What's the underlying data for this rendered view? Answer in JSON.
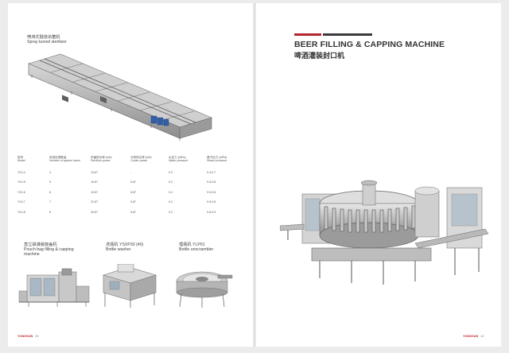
{
  "left_page": {
    "sterilizer": {
      "title_cn": "喷淋式隧道杀菌机",
      "title_en": "Spray tunnel sterilizer"
    },
    "spec_table": {
      "headers": [
        {
          "cn": "型号",
          "en": "Model"
        },
        {
          "cn": "系统处理数量",
          "en": "Number of system lanes"
        },
        {
          "cn": "杀菌机功率 (kW)",
          "en": "Sterilizer power"
        },
        {
          "cn": "冷却机功率 (kW)",
          "en": "Cooler power"
        },
        {
          "cn": "水压力 (MPa)",
          "en": "Water pressure"
        },
        {
          "cn": "蒸汽压力 (MPa)",
          "en": "Steam pressure"
        }
      ],
      "rows": [
        [
          "YSJ-4",
          "4",
          "13.87",
          "-",
          "0.2",
          "0.4-0.7"
        ],
        [
          "YSJ-5",
          "5",
          "16.87",
          "5.87",
          "0.2",
          "0.5-0.8"
        ],
        [
          "YSJ-6",
          "6",
          "19.87",
          "5.87",
          "0.2",
          "0.5-0.8"
        ],
        [
          "YSJ-7",
          "7",
          "22.87",
          "5.87",
          "0.2",
          "0.5-0.8"
        ],
        [
          "YSJ-8",
          "8",
          "25.87",
          "5.87",
          "0.2",
          "0.6-0.9"
        ]
      ]
    },
    "products": [
      {
        "cn": "直立袋灌装旋盖机",
        "en": "Pouch bag filling & capping machine"
      },
      {
        "cn": "洗瓶机 YSXP30 (40)",
        "en": "Bottle washer"
      },
      {
        "cn": "理瓶机 YLP01",
        "en": "Bottle unscrambler"
      }
    ],
    "footer": {
      "brand": "YONGSUN",
      "page": "09"
    }
  },
  "right_page": {
    "title_en": "BEER FILLING & CAPPING MACHINE",
    "title_cn": "啤酒灌装封口机",
    "footer": {
      "brand": "YONGSUN",
      "page": "10"
    }
  },
  "colors": {
    "accent_red": "#b5262c",
    "accent_dark": "#3b3b3b",
    "brand_red": "#c0282d"
  }
}
